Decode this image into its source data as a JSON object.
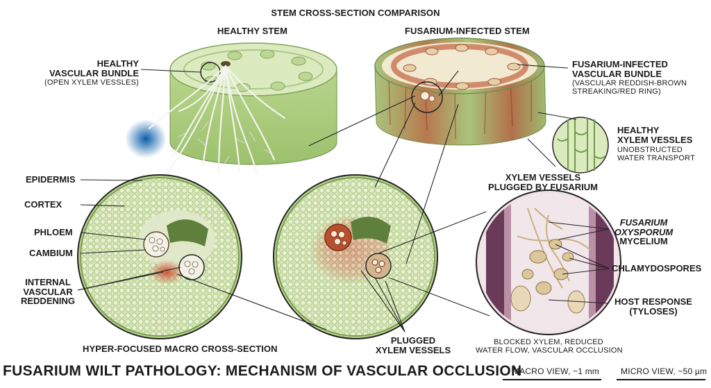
{
  "header": {
    "title": "STEM CROSS-SECTION COMPARISON"
  },
  "stems": {
    "healthy_title": "HEALTHY STEM",
    "infected_title": "FUSARIUM-INFECTED STEM"
  },
  "labels": {
    "healthy_bundle": [
      "HEALTHY",
      "VASCULAR BUNDLE"
    ],
    "healthy_bundle_sub": "(OPEN XYLEM VESSLES)",
    "infected_bundle": [
      "FUSARIUM-INFECTED",
      "VASCULAR BUNDLE"
    ],
    "infected_bundle_sub": [
      "(VASCULAR REDDISH-BROWN",
      "STREAKING/RED RING)"
    ],
    "healthy_xylem": [
      "HEALTHY",
      "XYLEM VESSLES"
    ],
    "healthy_xylem_sub": [
      "UNOBSTRUCTED",
      "WATER TRANSPORT"
    ],
    "plugged_by_fusarium": [
      "XYLEM VESSELS",
      "PLUGGED BY FUSARIUM"
    ],
    "epidermis": "EPIDERMIS",
    "cortex": "CORTEX",
    "phloem": "PHLOEM",
    "cambium": "CAMBIUM",
    "reddening": [
      "INTERNAL",
      "VASCULAR",
      "REDDENING"
    ],
    "mycelium": [
      "FUSARIUM",
      "OXYSPORUM",
      "MYCELIUM"
    ],
    "chlamydospores": "CHLAMYDOSPORES",
    "host_response": [
      "HOST RESPONSE",
      "(TYLOSES)"
    ],
    "macro_section": "HYPER-FOCUSED MACRO CROSS-SECTION",
    "plugged_xylem": [
      "PLUGGED",
      "XYLEM VESSELS"
    ],
    "blocked_xylem": [
      "BLOCKED XYLEM, REDUCED",
      "WATER FLOW, VASCULAR OCCLUSION"
    ]
  },
  "footer": {
    "title": "FUSARIUM WILT PATHOLOGY: MECHANISM OF VASCULAR OCCLUSION",
    "macro_scale": "MACRO VIEW, ~1 mm",
    "micro_scale": "MICRO VIEW, ~50 µm"
  },
  "colors": {
    "stem_green": "#c9dfa6",
    "stem_dark": "#8fb56a",
    "tissue_red": "#c24f3a",
    "infected_top": "#efe6c8",
    "fungus": "#d6c49a",
    "vessel_purple": "#7a4a6a"
  }
}
